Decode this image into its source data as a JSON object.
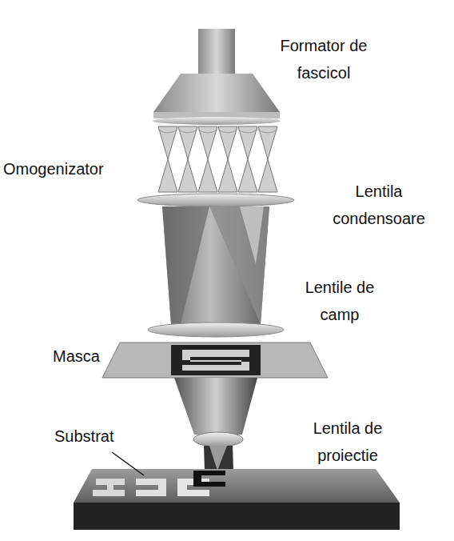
{
  "diagram": {
    "labels": [
      "Formator de fascicol",
      "Omogenizator",
      "Lentila condensoare",
      "Lentile de camp",
      "Masca",
      "Substrat",
      "Lentila de proiectie"
    ]
  }
}
